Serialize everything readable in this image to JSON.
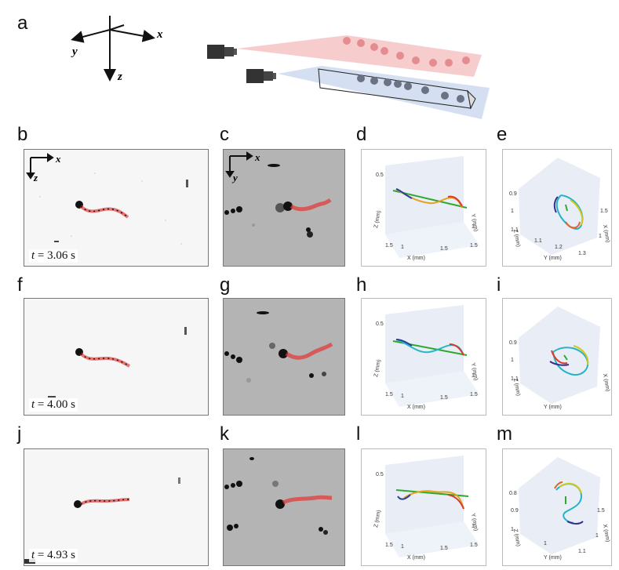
{
  "panel_labels": [
    "a",
    "b",
    "c",
    "d",
    "e",
    "f",
    "g",
    "h",
    "i",
    "j",
    "k",
    "l",
    "m"
  ],
  "axes_triad": {
    "x": "x",
    "y": "y",
    "z": "z"
  },
  "micro_axes": {
    "light": [
      "x",
      "z"
    ],
    "dark": [
      "x",
      "y"
    ]
  },
  "timestamps": [
    {
      "var": "t",
      "value": " = 3.06 s"
    },
    {
      "var": "t",
      "value": " = 4.00 s"
    },
    {
      "var": "t",
      "value": " = 4.93 s"
    }
  ],
  "plot_d_style": {
    "z_tick": "0.5",
    "z_label": "Z (mm)",
    "x_label": "X (mm)",
    "y_label": "Y (mm)",
    "x_ticks": [
      "1.5",
      "1",
      "1.5"
    ],
    "y_ticks": [
      "1",
      "1.5"
    ]
  },
  "plot_e_style": {
    "z_ticks": [
      "0.9",
      "1",
      "1.1"
    ],
    "z_label": "Z (mm)",
    "y_label": "Y (mm)",
    "x_label": "X (mm)",
    "y_ticks": [
      "1.1",
      "1.2",
      "1.3"
    ],
    "x_ticks": [
      "1.5",
      "1"
    ]
  },
  "plot_m_style": {
    "z_ticks": [
      "0.8",
      "0.9",
      "1"
    ],
    "z_label": "Z (mm)",
    "y_label": "Y (mm)",
    "x_label": "X (mm)",
    "y_ticks": [
      "1",
      "1.1"
    ],
    "x_ticks": [
      "1.5",
      "1"
    ]
  },
  "colors": {
    "pink_plane": "#f4b6b8",
    "blue_plane": "#c8d6ee",
    "pink_ball": "#e58a8c",
    "gray_ball": "#6d7486",
    "trace": "#e23c3c",
    "fiber": "#2ea82e",
    "pane": "#e8edf6"
  }
}
